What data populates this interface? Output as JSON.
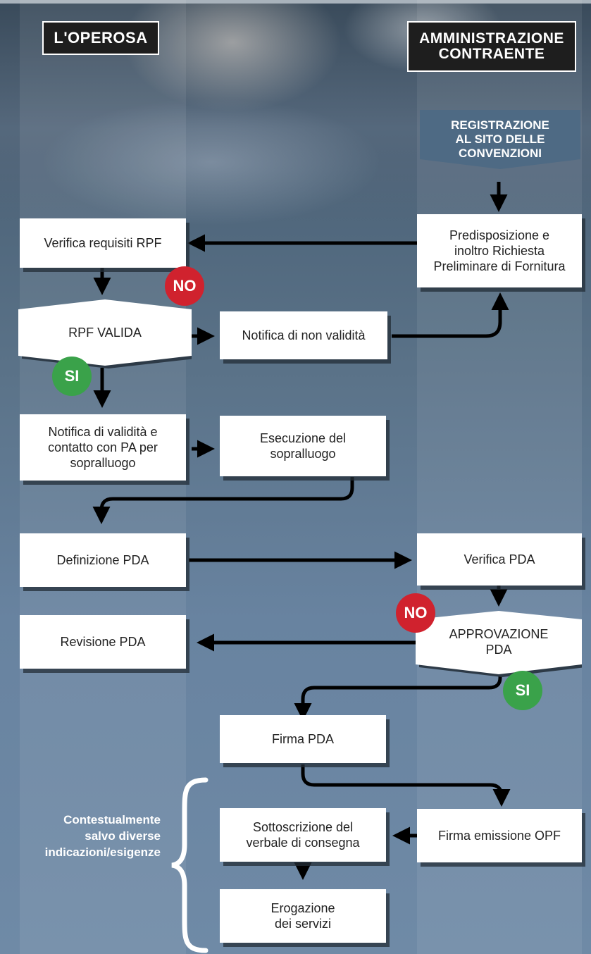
{
  "header": {
    "left_lane": "L'OPEROSA",
    "right_lane_line1": "AMMINISTRAZIONE",
    "right_lane_line2": "CONTRAENTE"
  },
  "start": {
    "line1": "REGISTRAZIONE",
    "line2": "AL SITO DELLE",
    "line3": "CONVENZIONI"
  },
  "steps": {
    "predisposizione": [
      "Predisposizione e",
      "inoltro Richiesta",
      "Preliminare di Fornitura"
    ],
    "verifica_rpf": "Verifica requisiti RPF",
    "rpf_valida": "RPF VALIDA",
    "notifica_non_validita": "Notifica di non validità",
    "notifica_validita": [
      "Notifica di validità e",
      "contatto con PA per",
      "sopralluogo"
    ],
    "esecuzione_sopralluogo": [
      "Esecuzione del",
      "sopralluogo"
    ],
    "definizione_pda": "Definizione PDA",
    "verifica_pda": "Verifica PDA",
    "revisione_pda": "Revisione PDA",
    "approvazione_pda": [
      "APPROVAZIONE",
      "PDA"
    ],
    "firma_pda": "Firma PDA",
    "firma_opf": "Firma emissione OPF",
    "sottoscrizione": [
      "Sottoscrizione del",
      "verbale di consegna"
    ],
    "erogazione": [
      "Erogazione",
      "dei servizi"
    ]
  },
  "badges": {
    "no": "NO",
    "si": "SI"
  },
  "note": [
    "Contestualmente",
    "salvo diverse",
    "indicazioni/esigenze"
  ],
  "colors": {
    "no": "#d0222e",
    "si": "#3aa24a",
    "header_bg": "#1e1e1e",
    "start_bg": "#4e6a84"
  }
}
